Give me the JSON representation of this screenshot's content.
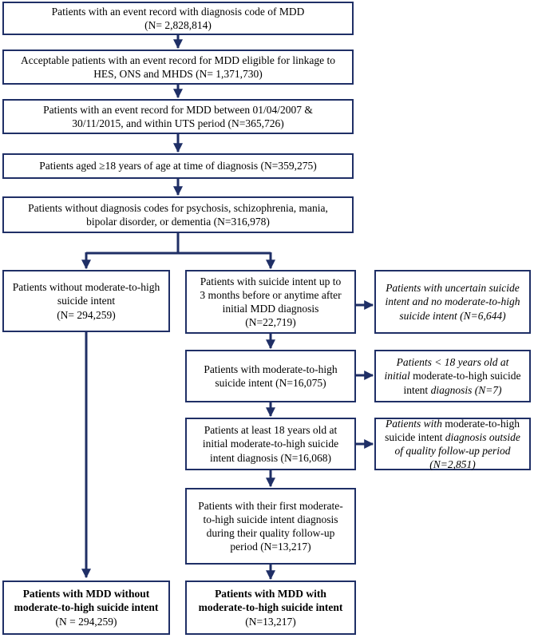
{
  "boxes": {
    "b1": {
      "line1": "Patients with an event record with diagnosis code of MDD",
      "line2": "(N= 2,828,814)"
    },
    "b2": {
      "line1": "Acceptable patients with an event record for MDD eligible for linkage to",
      "line2": "HES, ONS and MHDS (N= 1,371,730)"
    },
    "b3": {
      "line1": "Patients with an event record for MDD between 01/04/2007 &",
      "line2": "30/11/2015, and within UTS period (N=365,726)"
    },
    "b4": {
      "line1": "Patients aged ≥18 years of age at time of diagnosis (N=359,275)"
    },
    "b5": {
      "line1": "Patients without diagnosis codes for psychosis, schizophrenia, mania,",
      "line2": "bipolar disorder, or dementia (N=316,978)"
    },
    "left_mid": {
      "line1": "Patients without moderate-to-high",
      "line2": "suicide intent",
      "line3": "(N= 294,259)"
    },
    "c1": {
      "line1": "Patients with suicide intent up to",
      "line2": "3 months before or anytime after",
      "line3": "initial MDD diagnosis",
      "line4": "(N=22,719)"
    },
    "c2": {
      "line1": "Patients with moderate-to-high",
      "line2": "suicide intent (N=16,075)"
    },
    "c3": {
      "line1": "Patients at least 18 years old at",
      "line2": "initial moderate-to-high suicide",
      "line3": "intent diagnosis (N=16,068)"
    },
    "c4": {
      "line1": "Patients with their first moderate-",
      "line2": "to-high suicide intent diagnosis",
      "line3": "during their quality follow-up",
      "line4": "period (N=13,217)"
    },
    "e1": {
      "line1": "Patients with uncertain suicide",
      "line2": "intent and no moderate-to-high",
      "line3": "suicide intent (N=6,644)"
    },
    "e2": {
      "l1a": "Patients < 18 years old at",
      "l2a": "initial",
      "l2b": " moderate-to-high suicide",
      "l3a": "intent ",
      "l3b": "diagnosis (N=7)"
    },
    "e3": {
      "l1a": "Patients with",
      "l1b": " moderate-to-high",
      "l2a": "suicide intent ",
      "l2b": "diagnosis outside",
      "l3": "of quality follow-up period",
      "l4": "(N=2,851)"
    },
    "final_left": {
      "line1": "Patients with MDD without",
      "line2": "moderate-to-high suicide intent",
      "line3": "(N = 294,259)"
    },
    "final_right": {
      "line1": "Patients with MDD with",
      "line2": "moderate-to-high suicide intent",
      "line3": "(N=13,217)"
    }
  },
  "colors": {
    "border": "#1f2f66",
    "arrow": "#1f2f66"
  }
}
